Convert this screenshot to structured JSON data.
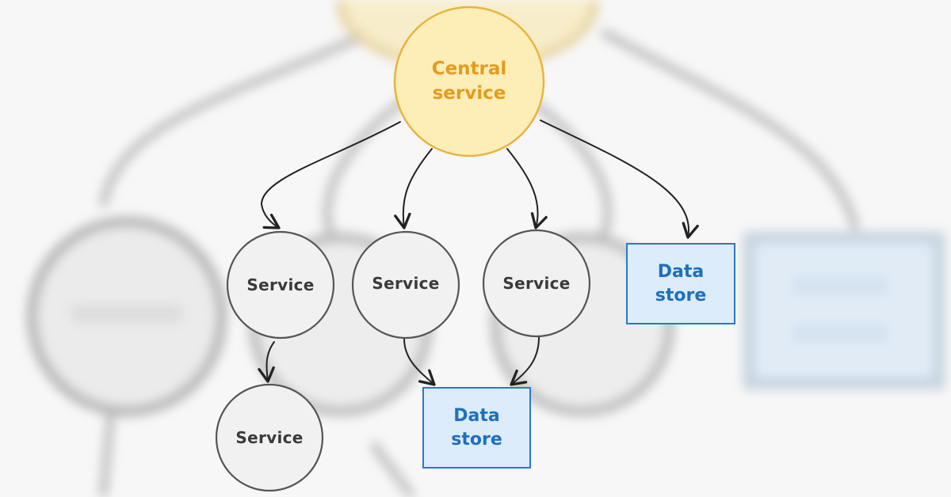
{
  "diagram": {
    "central": {
      "label": "Central\nservice",
      "fill": "#fdeeb8",
      "stroke": "#e8b43c"
    },
    "services": [
      {
        "id": "service-1",
        "label": "Service"
      },
      {
        "id": "service-2",
        "label": "Service"
      },
      {
        "id": "service-3",
        "label": "Service"
      },
      {
        "id": "service-4",
        "label": "Service"
      }
    ],
    "stores": [
      {
        "id": "store-1",
        "label": "Data\nstore"
      },
      {
        "id": "store-2",
        "label": "Data\nstore"
      }
    ],
    "colors": {
      "service_fill": "#f1f1f1",
      "service_stroke": "#555555",
      "store_fill": "#dcecfb",
      "store_stroke": "#2b78c5",
      "edge": "#222222"
    },
    "edges": [
      {
        "from": "central",
        "to": "service-1"
      },
      {
        "from": "central",
        "to": "service-2"
      },
      {
        "from": "central",
        "to": "service-3"
      },
      {
        "from": "central",
        "to": "store-1"
      },
      {
        "from": "service-1",
        "to": "service-4"
      },
      {
        "from": "service-2",
        "to": "store-2"
      },
      {
        "from": "service-3",
        "to": "store-2"
      }
    ]
  }
}
